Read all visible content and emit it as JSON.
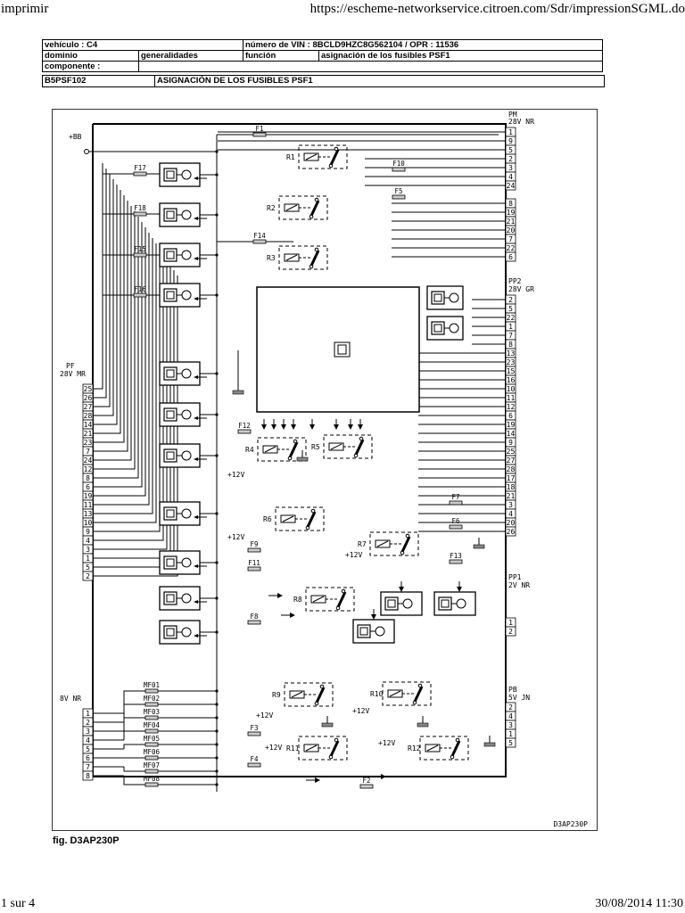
{
  "browser": {
    "print_title": "imprimir",
    "url": "https://escheme-networkservice.citroen.com/Sdr/impressionSGML.do",
    "page_counter": "1 sur 4",
    "datetime": "30/08/2014 11:30"
  },
  "info_table": {
    "vehicle": "vehículo : C4",
    "vin": "número de VIN : 8BCLD9HZC8G562104 / OPR : 11536",
    "domain_label": "dominio",
    "domain_value": "generalidades",
    "function_label": "función",
    "function_value": "asignación de los fusibles PSF1",
    "component_label": "componente :",
    "component_value": ""
  },
  "doc": {
    "code": "B5PSF102",
    "title": "ASIGNACIÓN DE LOS FUSIBLES PSF1"
  },
  "diagram": {
    "figure_caption": "fig. D3AP230P",
    "drawing_ref": "D3AP230P",
    "supply_label": "+BB",
    "voltage_12v": "+12V",
    "connectors": {
      "PM": {
        "name": "PM",
        "spec": "28V NR",
        "pins": [
          "1",
          "9",
          "5",
          "2",
          "3",
          "4",
          "24",
          "",
          "8",
          "19",
          "21",
          "20",
          "7",
          "22",
          "6"
        ]
      },
      "PP2": {
        "name": "PP2",
        "spec": "28V GR",
        "pins": [
          "2",
          "5",
          "22",
          "1",
          "7",
          "8",
          "13",
          "23",
          "15",
          "16",
          "10",
          "11",
          "12",
          "6",
          "19",
          "14",
          "9",
          "25",
          "27",
          "28",
          "17",
          "18",
          "21",
          "3",
          "4",
          "20",
          "26"
        ]
      },
      "PF": {
        "name": "PF",
        "spec": "28V MR",
        "pins": [
          "25",
          "26",
          "27",
          "28",
          "14",
          "21",
          "23",
          "7",
          "24",
          "12",
          "8",
          "6",
          "19",
          "11",
          "13",
          "10",
          "9",
          "4",
          "3",
          "1",
          "5",
          "2"
        ]
      },
      "PP1": {
        "name": "PP1",
        "spec": "2V NR",
        "pins": [
          "1",
          "2"
        ]
      },
      "PB": {
        "name": "PB",
        "spec": "5V JN",
        "pins": [
          "2",
          "4",
          "3",
          "1",
          "5"
        ]
      },
      "MF": {
        "name": "",
        "spec": "8V NR",
        "pins": [
          "1",
          "2",
          "3",
          "4",
          "5",
          "6",
          "7",
          "8"
        ]
      }
    },
    "fuses": [
      "F1",
      "F2",
      "F3",
      "F4",
      "F5",
      "F6",
      "F7",
      "F8",
      "F9",
      "F10",
      "F11",
      "F12",
      "F13",
      "F14",
      "F15",
      "F16",
      "F17",
      "F18"
    ],
    "maxi_fuses": [
      "MF01",
      "MF02",
      "MF03",
      "MF04",
      "MF05",
      "MF06",
      "MF07",
      "MF08"
    ],
    "relays": [
      "R1",
      "R2",
      "R3",
      "R4",
      "R5",
      "R6",
      "R7",
      "R8",
      "R9",
      "R10",
      "R11",
      "R12"
    ]
  }
}
